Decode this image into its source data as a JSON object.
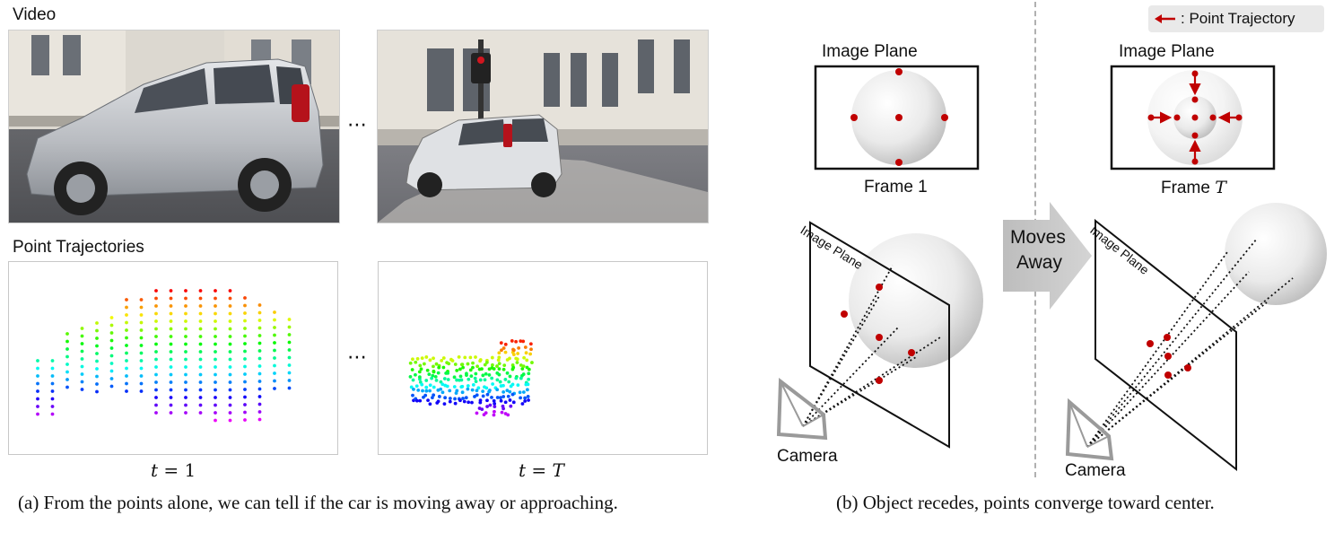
{
  "left": {
    "video_label": "Video",
    "trajectories_label": "Point Trajectories",
    "ellipsis_top": "⋯",
    "ellipsis_bottom": "⋯",
    "t1_var": "t",
    "t1_eq": " = 1",
    "tT_var": "t",
    "tT_eq": " = ",
    "tT_T": "T",
    "caption": "(a) From the points alone, we can tell if the car is moving away or approaching."
  },
  "right": {
    "legend_text": ": Point Trajectory",
    "image_plane_1": "Image Plane",
    "image_plane_2": "Image Plane",
    "frame1": "Frame 1",
    "frameT_prefix": "Frame ",
    "frameT_var": "T",
    "skew_plane_1": "Image Plane",
    "skew_plane_2": "Image Plane",
    "moves_line1": "Moves",
    "moves_line2": "Away",
    "camera_1": "Camera",
    "camera_2": "Camera",
    "caption": "(b) Object recedes, points converge toward center."
  },
  "colors": {
    "accent_red": "#c00000",
    "frame_border": "#111111",
    "arrow_gray": "#c8c8c8"
  }
}
